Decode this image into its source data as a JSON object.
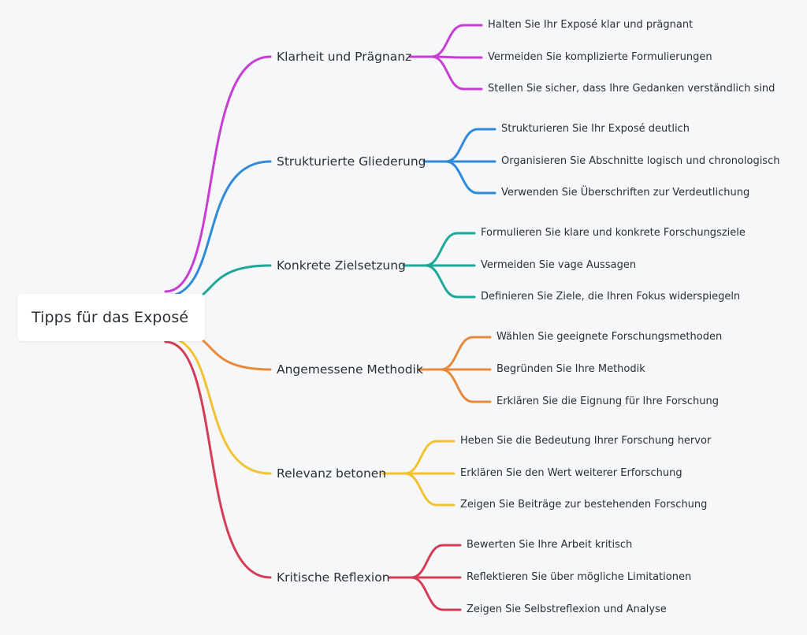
{
  "root": {
    "label": "Tipps für das Exposé"
  },
  "branches": [
    {
      "label": "Klarheit und Prägnanz",
      "color": "#c63fd2",
      "children": [
        "Halten Sie Ihr Exposé klar und prägnant",
        "Vermeiden Sie komplizierte Formulierungen",
        "Stellen Sie sicher, dass Ihre Gedanken verständlich sind"
      ]
    },
    {
      "label": "Strukturierte Gliederung",
      "color": "#2f8ad8",
      "children": [
        "Strukturieren Sie Ihr Exposé deutlich",
        "Organisieren Sie Abschnitte logisch und chronologisch",
        "Verwenden Sie Überschriften zur Verdeutlichung"
      ]
    },
    {
      "label": "Konkrete Zielsetzung",
      "color": "#1fa898",
      "children": [
        "Formulieren Sie klare und konkrete Forschungsziele",
        "Vermeiden Sie vage Aussagen",
        "Definieren Sie Ziele, die Ihren Fokus widerspiegeln"
      ]
    },
    {
      "label": "Angemessene Methodik",
      "color": "#e8893b",
      "children": [
        "Wählen Sie geeignete Forschungsmethoden",
        "Begründen Sie Ihre Methodik",
        "Erklären Sie die Eignung für Ihre Forschung"
      ]
    },
    {
      "label": "Relevanz betonen",
      "color": "#f2c230",
      "children": [
        "Heben Sie die Bedeutung Ihrer Forschung hervor",
        "Erklären Sie den Wert weiterer Erforschung",
        "Zeigen Sie Beiträge zur bestehenden Forschung"
      ]
    },
    {
      "label": "Kritische Reflexion",
      "color": "#d43d55",
      "children": [
        "Bewerten Sie Ihre Arbeit kritisch",
        "Reflektieren Sie über mögliche Limitationen",
        "Zeigen Sie Selbstreflexion und Analyse"
      ]
    }
  ]
}
